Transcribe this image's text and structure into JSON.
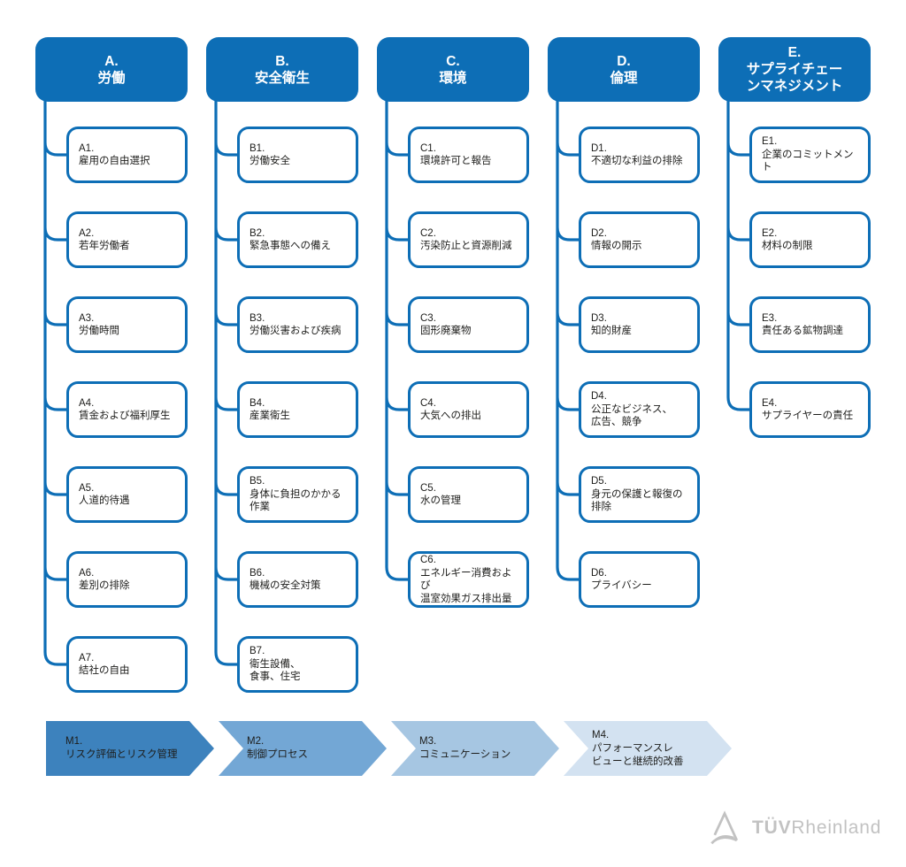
{
  "colors": {
    "brand_blue": "#0d6eb6",
    "header_text": "#ffffff",
    "box_text": "#1d1d1b",
    "arrow_text": "#1d1d1b",
    "arrow_fills": [
      "#3d82bd",
      "#73a7d5",
      "#a6c6e2",
      "#d3e2f1"
    ],
    "logo_gray": "#c2c2c2"
  },
  "columns": [
    {
      "id": "A",
      "title": "A.\n労働",
      "items": [
        {
          "code": "A1.",
          "label": "雇用の自由選択"
        },
        {
          "code": "A2.",
          "label": "若年労働者"
        },
        {
          "code": "A3.",
          "label": "労働時間"
        },
        {
          "code": "A4.",
          "label": "賃金および福利厚生"
        },
        {
          "code": "A5.",
          "label": "人道的待遇"
        },
        {
          "code": "A6.",
          "label": "差別の排除"
        },
        {
          "code": "A7.",
          "label": "結社の自由"
        }
      ]
    },
    {
      "id": "B",
      "title": "B.\n安全衛生",
      "items": [
        {
          "code": "B1.",
          "label": "労働安全"
        },
        {
          "code": "B2.",
          "label": "緊急事態への備え"
        },
        {
          "code": "B3.",
          "label": "労働災害および疾病"
        },
        {
          "code": "B4.",
          "label": "産業衛生"
        },
        {
          "code": "B5.",
          "label": "身体に負担のかかる作業"
        },
        {
          "code": "B6.",
          "label": "機械の安全対策"
        },
        {
          "code": "B7.",
          "label": "衛生設備、\n食事、住宅"
        }
      ]
    },
    {
      "id": "C",
      "title": "C.\n環境",
      "items": [
        {
          "code": "C1.",
          "label": "環境許可と報告"
        },
        {
          "code": "C2.",
          "label": "汚染防止と資源削減"
        },
        {
          "code": "C3.",
          "label": "固形廃棄物"
        },
        {
          "code": "C4.",
          "label": "大気への排出"
        },
        {
          "code": "C5.",
          "label": "水の管理"
        },
        {
          "code": "C6.",
          "label": "エネルギー消費および\n温室効果ガス排出量"
        }
      ]
    },
    {
      "id": "D",
      "title": "D.\n倫理",
      "items": [
        {
          "code": "D1.",
          "label": "不適切な利益の排除"
        },
        {
          "code": "D2.",
          "label": "情報の開示"
        },
        {
          "code": "D3.",
          "label": "知的財産"
        },
        {
          "code": "D4.",
          "label": "公正なビジネス、\n広告、競争"
        },
        {
          "code": "D5.",
          "label": "身元の保護と報復の排除"
        },
        {
          "code": "D6.",
          "label": "プライバシー"
        }
      ]
    },
    {
      "id": "E",
      "title": "E.\nサプライチェー\nンマネジメント",
      "items": [
        {
          "code": "E1.",
          "label": "企業のコミットメント"
        },
        {
          "code": "E2.",
          "label": "材料の制限"
        },
        {
          "code": "E3.",
          "label": "責任ある鉱物調達"
        },
        {
          "code": "E4.",
          "label": "サプライヤーの責任"
        }
      ]
    }
  ],
  "process_arrows": [
    {
      "code": "M1.",
      "label": "リスク評価とリスク管理"
    },
    {
      "code": "M2.",
      "label": "制御プロセス"
    },
    {
      "code": "M3.",
      "label": "コミュニケーション"
    },
    {
      "code": "M4.",
      "label": "パフォーマンスレ\nビューと継続的改善"
    }
  ],
  "logo": {
    "brand_bold": "TÜV",
    "brand_regular": "Rheinland"
  }
}
